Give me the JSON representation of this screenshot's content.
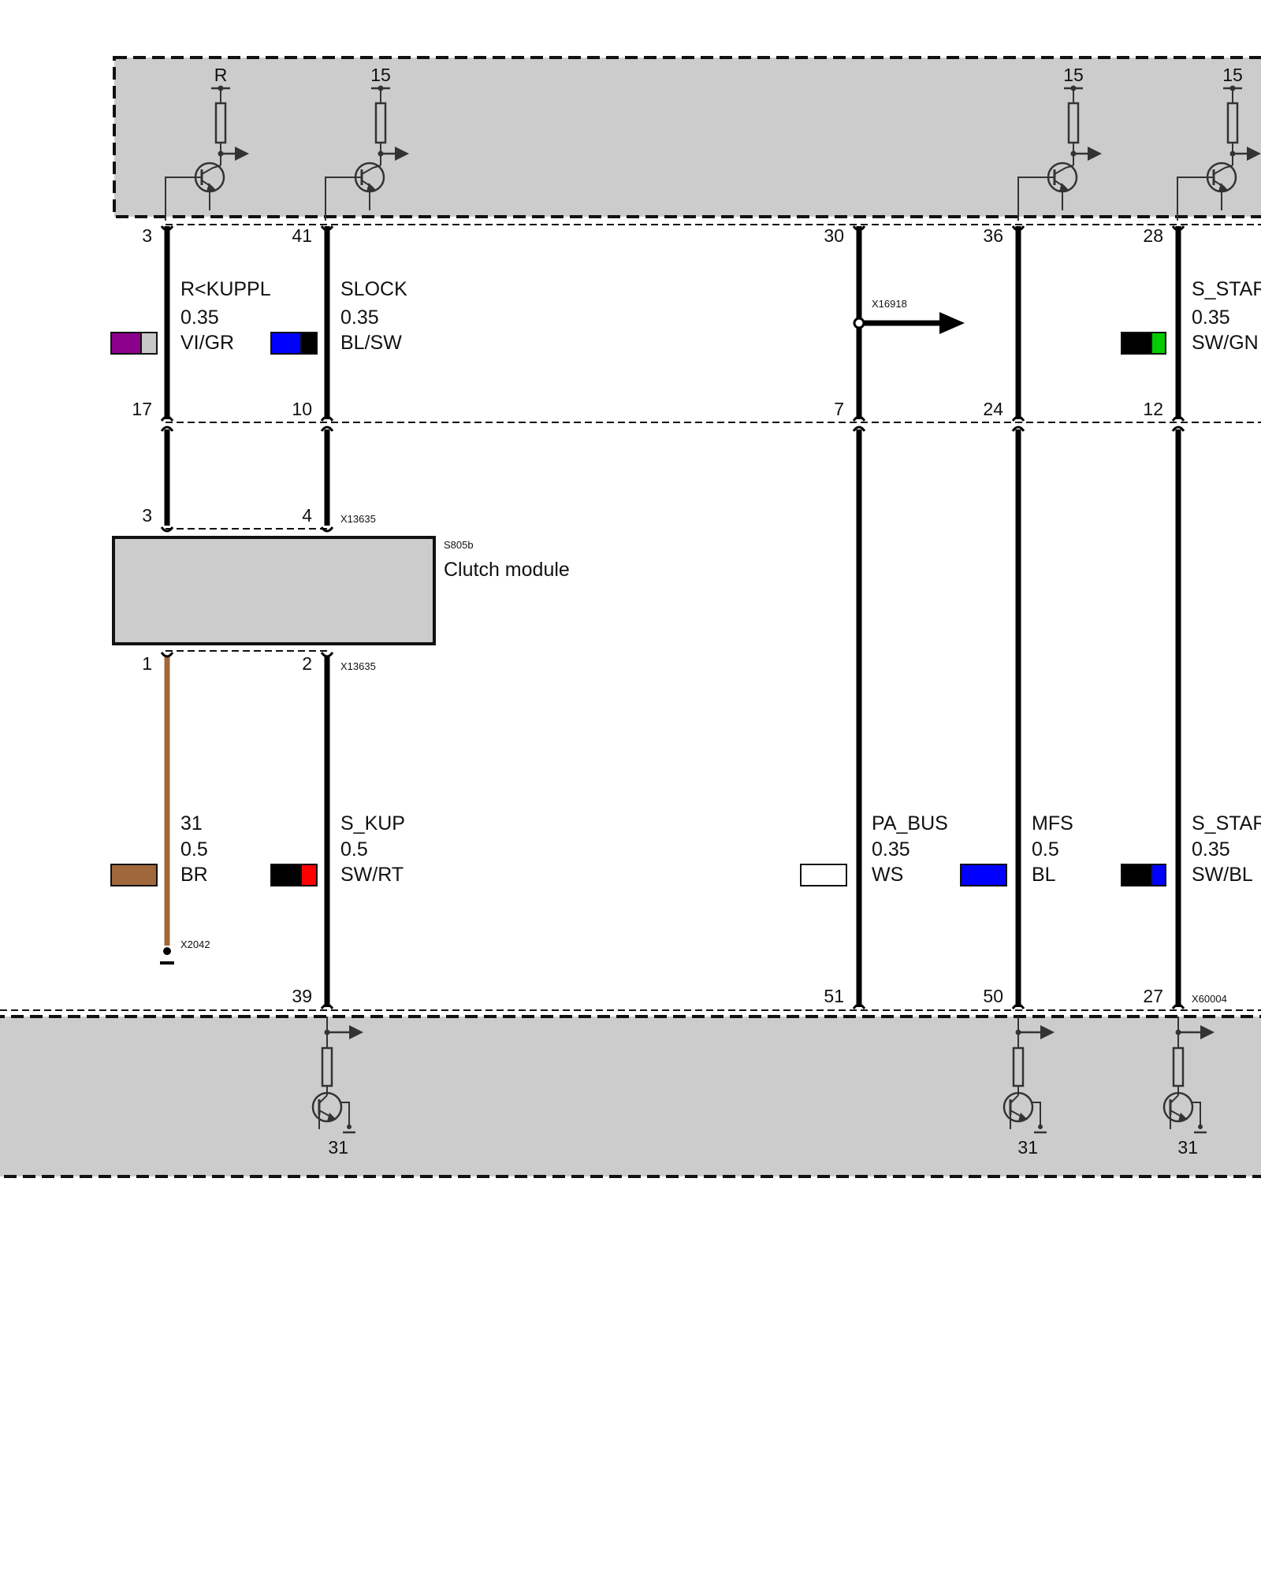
{
  "colors": {
    "module_fill": "#cccccc",
    "wire_black": "#000000",
    "wire_brown": "#a0683a",
    "VI": "#8b008b",
    "GR": "#c8c8c8",
    "BL": "#0000ff",
    "SW": "#000000",
    "GN": "#00cc00",
    "BR": "#a0683a",
    "RT": "#ff0000",
    "WS": "#ffffff"
  },
  "top_module": {
    "supplies": [
      {
        "id": "s1",
        "label": "R"
      },
      {
        "id": "s2",
        "label": "15"
      },
      {
        "id": "s3",
        "label": "15"
      },
      {
        "id": "s4",
        "label": "15"
      }
    ]
  },
  "bottom_module": {
    "grounds": [
      {
        "id": "g1",
        "label": "31"
      },
      {
        "id": "g2",
        "label": "31"
      },
      {
        "id": "g3",
        "label": "31"
      }
    ]
  },
  "clutch_module": {
    "id_label": "S805b",
    "name": "Clutch module",
    "connector_top": "X13635",
    "connector_bottom": "X13635",
    "pins": {
      "top_left": "3",
      "top_right": "4",
      "bottom_left": "1",
      "bottom_right": "2"
    }
  },
  "connectors": {
    "branch": "X16918",
    "ground_point": "X2042",
    "bottom_right": "X60004"
  },
  "wires": {
    "w1": {
      "pin_top": "3",
      "pin_mid": "17",
      "signal": "R<KUPPL",
      "gauge": "0.35",
      "color_code": "VI/GR"
    },
    "w2": {
      "pin_top": "41",
      "pin_mid": "10",
      "signal": "SLOCK",
      "gauge": "0.35",
      "color_code": "BL/SW"
    },
    "w3": {
      "pin_top": "30",
      "pin_mid": "7"
    },
    "w4": {
      "pin_top": "36",
      "pin_mid": "24"
    },
    "w5": {
      "pin_top": "28",
      "pin_mid": "12",
      "signal": "S_STAR",
      "gauge": "0.35",
      "color_code": "SW/GN"
    },
    "b1": {
      "signal": "31",
      "gauge": "0.5",
      "color_code": "BR"
    },
    "b2": {
      "pin_bottom": "39",
      "signal": "S_KUP",
      "gauge": "0.5",
      "color_code": "SW/RT"
    },
    "b3": {
      "pin_bottom": "51",
      "signal": "PA_BUS",
      "gauge": "0.35",
      "color_code": "WS"
    },
    "b4": {
      "pin_bottom": "50",
      "signal": "MFS",
      "gauge": "0.5",
      "color_code": "BL"
    },
    "b5": {
      "pin_bottom": "27",
      "signal": "S_STAR",
      "gauge": "0.35",
      "color_code": "SW/BL"
    }
  }
}
